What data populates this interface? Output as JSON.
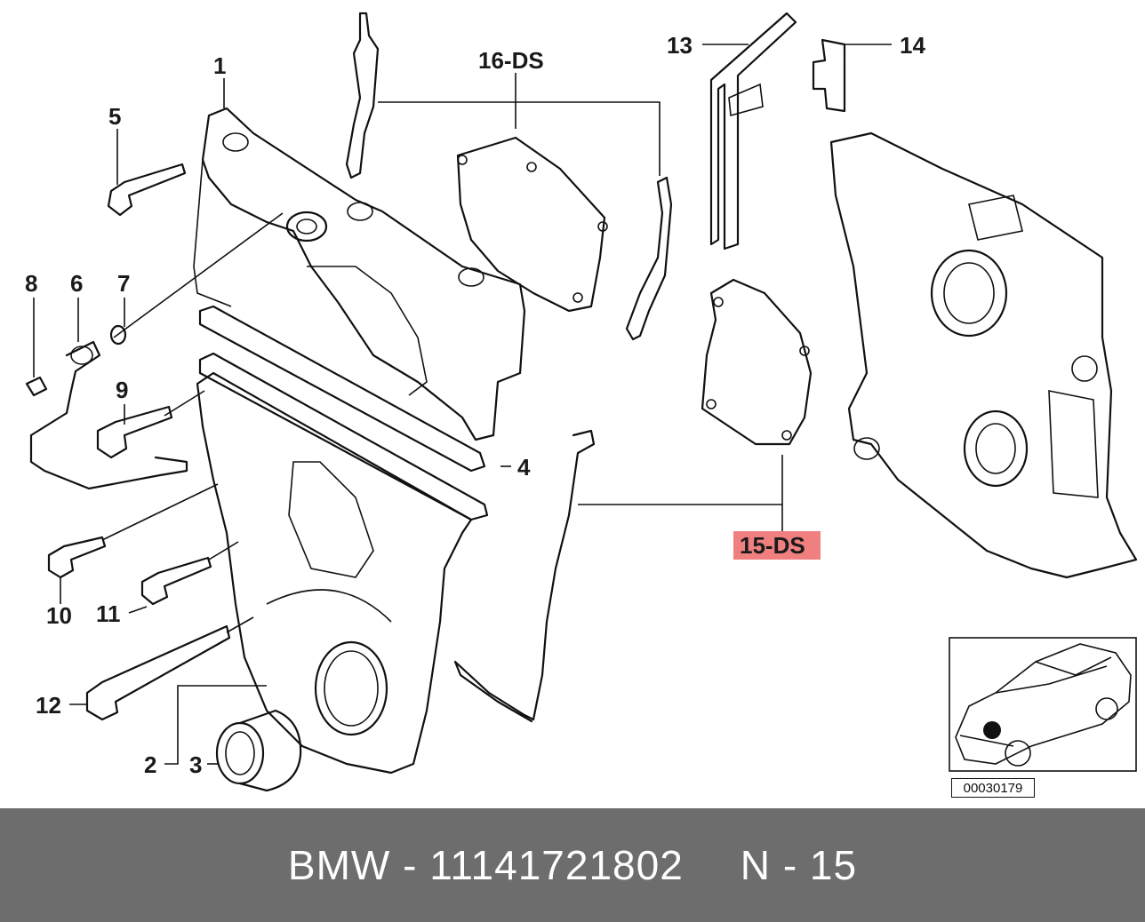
{
  "diagram": {
    "labels": {
      "p1": "1",
      "p5": "5",
      "p16": "16-DS",
      "p13": "13",
      "p14": "14",
      "p8": "8",
      "p6": "6",
      "p7": "7",
      "p9": "9",
      "p4": "4",
      "p15": "15-DS",
      "p10": "10",
      "p11": "11",
      "p12": "12",
      "p2": "2",
      "p3": "3"
    },
    "highlight_color": "#f08080",
    "inset_code": "00030179"
  },
  "footer": {
    "brand": "BMW",
    "separator1": "-",
    "part_number": "11141721802",
    "position_prefix": "N",
    "separator2": "-",
    "position_number": "15",
    "background": "#6d6d6d"
  }
}
